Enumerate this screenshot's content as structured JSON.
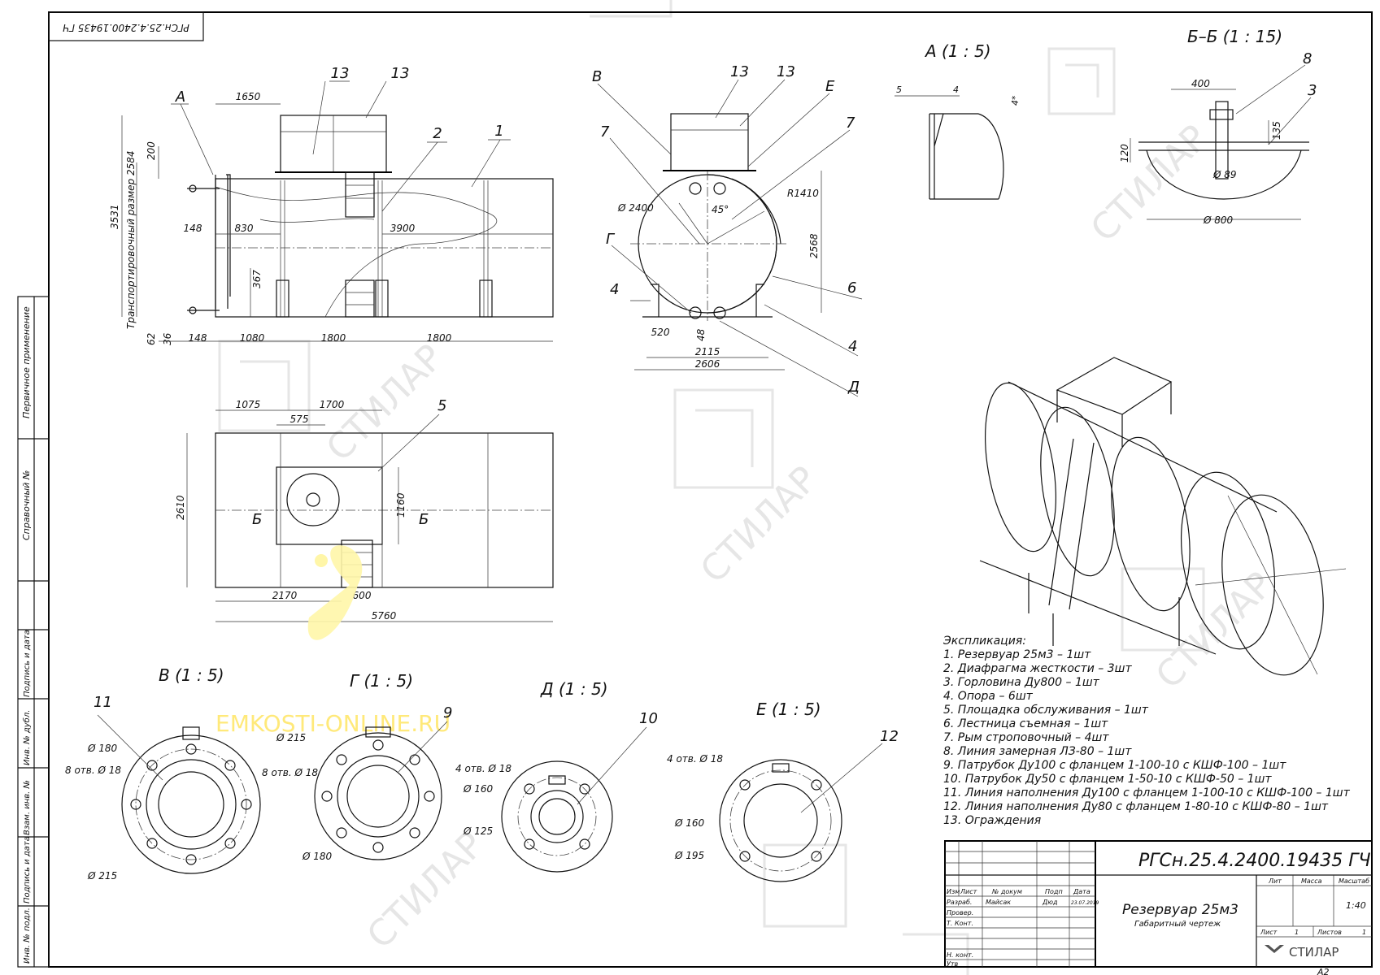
{
  "stamp_top": "РГСн.25.4.2400.19435 ГЧ",
  "views": {
    "A_title": "А (1 : 5)",
    "BB_title": "Б–Б (1 : 15)",
    "V_title": "В (1 : 5)",
    "G_title": "Г (1 : 5)",
    "D_title": "Д (1 : 5)",
    "E_title": "Е (1 : 5)"
  },
  "side_labels": {
    "primary_use": "Первичное применение",
    "ref_no": "Справочный №",
    "sign_date_1": "Подпись и дата",
    "inv_dup": "Инв. № дубл.",
    "vzam_inv": "Взам. инв. №",
    "sign_date_2": "Подпись и дата",
    "inv_orig": "Инв. № подл."
  },
  "front_view": {
    "transport": "Транспортировочный размер 2584",
    "dims": [
      "1650",
      "200",
      "3531",
      "148",
      "830",
      "3900",
      "367",
      "62",
      "36",
      "148",
      "1080",
      "1800",
      "1800"
    ],
    "callouts": [
      "А",
      "13",
      "13",
      "2",
      "1"
    ]
  },
  "end_view": {
    "dims": [
      "Ø 2400",
      "R1410",
      "45°",
      "2568",
      "520",
      "48",
      "2115",
      "2606"
    ],
    "callouts": [
      "В",
      "13",
      "13",
      "Е",
      "7",
      "7",
      "Г",
      "4",
      "6",
      "4",
      "Д"
    ]
  },
  "top_view": {
    "dims": [
      "1075",
      "1700",
      "575",
      "2610",
      "1160",
      "2170",
      "600",
      "5760"
    ],
    "callouts": [
      "5",
      "Б",
      "Б"
    ]
  },
  "detail_A": {
    "dims": [
      "5",
      "4",
      "4*"
    ]
  },
  "detail_BB": {
    "dims": [
      "400",
      "135",
      "120",
      "Ø 89",
      "Ø 800"
    ],
    "callouts": [
      "8",
      "3"
    ]
  },
  "detail_V": {
    "callout": "11",
    "dims": [
      "Ø 180",
      "8 отв. Ø 18",
      "Ø 215"
    ]
  },
  "detail_G": {
    "callout": "9",
    "dims": [
      "Ø 215",
      "8 отв. Ø 18",
      "Ø 180"
    ]
  },
  "detail_D": {
    "callout": "10",
    "dims": [
      "4 отв. Ø 18",
      "Ø 160",
      "Ø 125"
    ]
  },
  "detail_E": {
    "callout": "12",
    "dims": [
      "4 отв. Ø 18",
      "Ø 160",
      "Ø 195"
    ]
  },
  "watermark": {
    "site": "EMKOSTI-ONLINE.RU",
    "brand": "СТИЛАР"
  },
  "explication": {
    "title": "Экспликация:",
    "items": [
      "1.   Резервуар 25м3 – 1шт",
      "2.   Диафрагма жесткости – 3шт",
      "3.   Горловина Ду800 – 1шт",
      "4.   Опора – 6шт",
      "5.   Площадка обслуживания – 1шт",
      "6.   Лестница съемная – 1шт",
      "7.   Рым строповочный – 4шт",
      "8.   Линия замерная ЛЗ-80 – 1шт",
      "9.   Патрубок Ду100 с фланцем 1-100-10 с КШФ-100 – 1шт",
      "10.  Патрубок Ду50 с фланцем 1-50-10 с КШФ-50 – 1шт",
      "11.  Линия наполнения Ду100 с фланцем 1-100-10 с КШФ-100 – 1шт",
      "12.  Линия наполнения Ду80 с фланцем 1-80-10 с КШФ-80 – 1шт",
      "13.  Ограждения"
    ]
  },
  "title_block": {
    "doc_code": "РГСн.25.4.2400.19435 ГЧ",
    "name": "Резервуар 25м3",
    "subtitle": "Габаритный чертеж",
    "col_izm": "Изм",
    "col_list": "Лист",
    "col_docnum": "№ докум",
    "col_sign": "Подп",
    "col_date": "Дата",
    "razrab": "Разраб.",
    "author": "Майсак",
    "sign_mark": "Дюд",
    "date": "23.07.2019",
    "prover": "Провер.",
    "tkont": "Т. Конт.",
    "nkont": "Н. конт.",
    "utv": "Утв",
    "lit": "Лит",
    "massa": "Масса",
    "scale_label": "Масштаб",
    "scale": "1:40",
    "sheet_label": "Лист",
    "sheet": "1",
    "sheets_label": "Листов",
    "sheets": "1",
    "company": "СТИЛАР",
    "format": "А2"
  }
}
